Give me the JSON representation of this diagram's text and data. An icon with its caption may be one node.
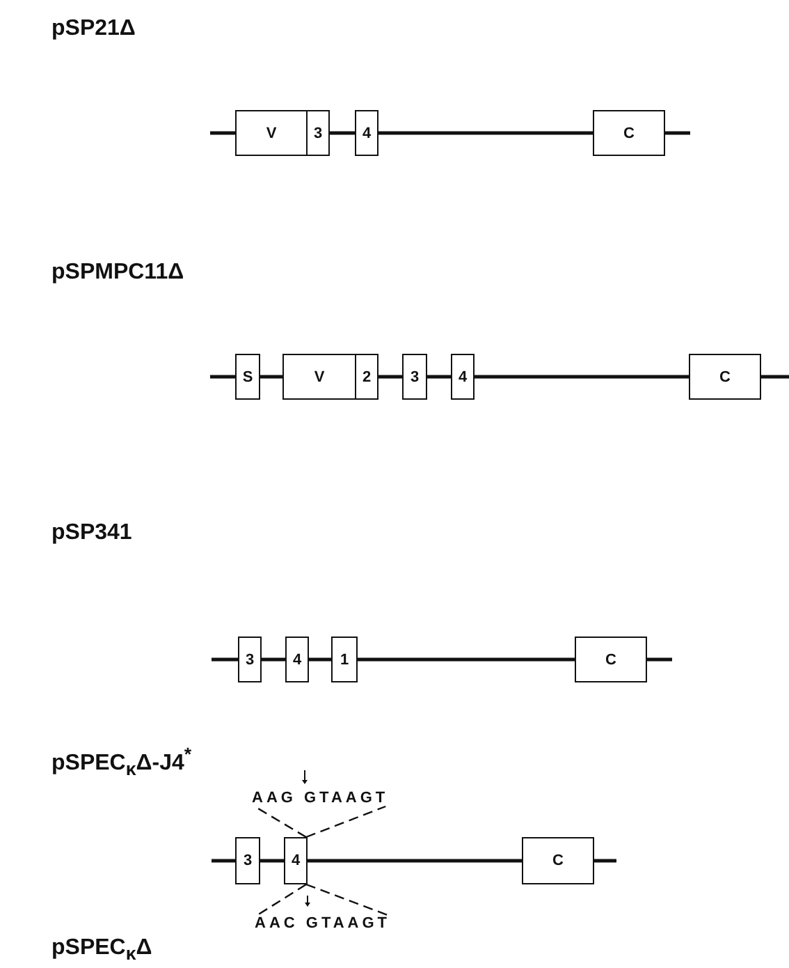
{
  "diagram": {
    "nodes": [
      {
        "text": [
          "V"
        ]
      },
      {
        "text": [
          "3"
        ]
      },
      {
        "text": [
          "4"
        ]
      },
      {
        "text": [
          "C"
        ]
      },
      {
        "text": [
          "S"
        ]
      },
      {
        "text": [
          "V"
        ]
      },
      {
        "text": [
          "2"
        ]
      },
      {
        "text": [
          "3"
        ]
      },
      {
        "text": [
          "4"
        ]
      },
      {
        "text": [
          "C"
        ]
      },
      {
        "text": [
          "3"
        ]
      },
      {
        "text": [
          "4"
        ]
      },
      {
        "text": [
          "1"
        ]
      },
      {
        "text": [
          "C"
        ]
      },
      {
        "text": [
          "AAG GTAAGT"
        ]
      },
      {
        "text": [
          "3"
        ]
      },
      {
        "text": [
          "4"
        ]
      },
      {
        "text": [
          "C"
        ]
      },
      {
        "text": [
          "AAC GTAAGT"
        ]
      }
    ],
    "edges": [
      {
        "from": null,
        "to": 0,
        "arrow": "none"
      },
      {
        "from": 1,
        "to": 2,
        "arrow": "none"
      },
      {
        "from": 2,
        "to": 3,
        "arrow": "none"
      },
      {
        "from": 3,
        "to": null,
        "arrow": "none"
      },
      {
        "from": null,
        "to": 4,
        "arrow": "none"
      },
      {
        "from": 4,
        "to": 5,
        "arrow": "none"
      },
      {
        "from": 6,
        "to": 7,
        "arrow": "none"
      },
      {
        "from": 7,
        "to": 8,
        "arrow": "none"
      },
      {
        "from": 8,
        "to": 9,
        "arrow": "none"
      },
      {
        "from": 9,
        "to": null,
        "arrow": "none"
      },
      {
        "from": null,
        "to": 10,
        "arrow": "none"
      },
      {
        "from": 10,
        "to": 11,
        "arrow": "none"
      },
      {
        "from": 11,
        "to": 12,
        "arrow": "none"
      },
      {
        "from": 12,
        "to": 13,
        "arrow": "none"
      },
      {
        "from": 13,
        "to": null,
        "arrow": "none"
      },
      {
        "from": null,
        "to": 15,
        "arrow": "none"
      },
      {
        "from": 15,
        "to": 16,
        "arrow": "none"
      },
      {
        "from": 16,
        "to": 17,
        "arrow": "none"
      },
      {
        "from": 17,
        "to": null,
        "arrow": "none"
      },
      {
        "from": 14,
        "to": 16,
        "arrow": "none",
        "style": "dashed"
      },
      {
        "from": 14,
        "to": 16,
        "arrow": "none",
        "style": "dashed"
      },
      {
        "from": 16,
        "to": 18,
        "arrow": "none",
        "style": "dashed"
      },
      {
        "from": 16,
        "to": 18,
        "arrow": "none",
        "style": "dashed"
      }
    ],
    "labels": [
      "pSP21Δ",
      "pSPMPC11Δ",
      "pSP341",
      "pSPEC$_{κ}$Δ-J4$^{*}$",
      "pSPEC$_{κ}$Δ"
    ]
  }
}
